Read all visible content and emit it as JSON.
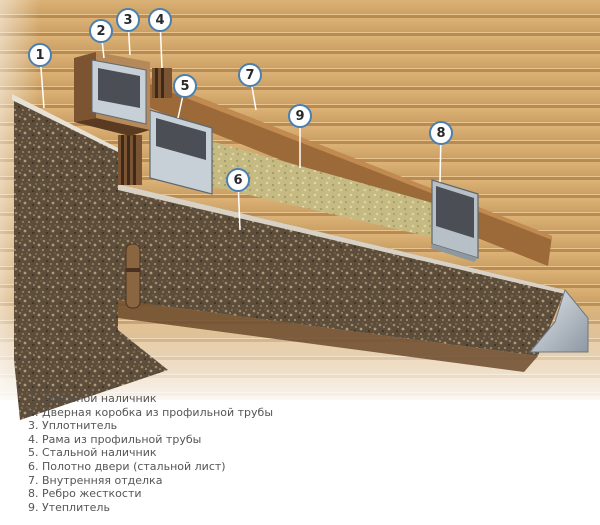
{
  "callouts": [
    "1",
    "2",
    "3",
    "4",
    "5",
    "6",
    "7",
    "8",
    "9"
  ],
  "legend": [
    "1. Стальной наличник",
    "2. Дверная коробка из профильной трубы",
    "3. Уплотнитель",
    "4. Рама из профильной трубы",
    "5. Стальной наличник",
    "6. Полотно двери (стальной лист)",
    "7. Внутренняя отделка",
    "8. Ребро жесткости",
    "9. Утеплитель"
  ],
  "colors": {
    "wall_wood": "#d4a86a",
    "speckle_panel": "#6e5d48",
    "insulation": "#c9be88",
    "steel": "#b8c0c8",
    "trim_wood": "#a7733e",
    "callout_ring": "#4a7fb0"
  }
}
